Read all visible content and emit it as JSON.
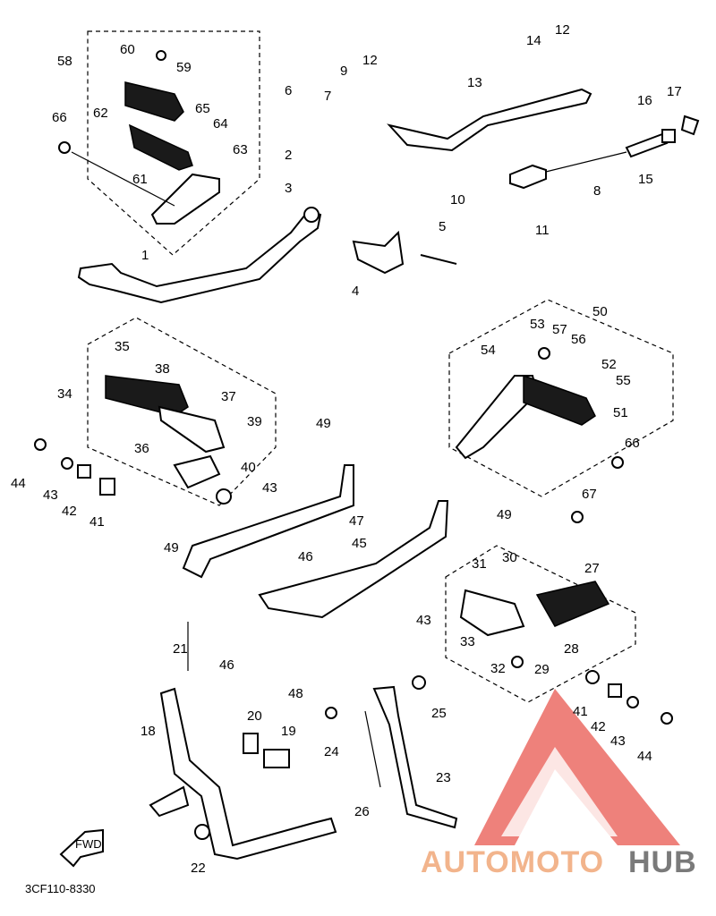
{
  "diagram_code": "3CF110-8330",
  "fwd_label": "FWD",
  "watermark": {
    "part1": "AUTOMOTO",
    "part2": "HUB",
    "color_logo": "#e8574f",
    "color_text1": "#f2b48c",
    "color_text2": "#7a7a7a"
  },
  "callouts": [
    "1",
    "2",
    "3",
    "4",
    "5",
    "6",
    "7",
    "8",
    "9",
    "10",
    "11",
    "12",
    "12",
    "13",
    "14",
    "15",
    "16",
    "17",
    "18",
    "19",
    "20",
    "21",
    "22",
    "23",
    "24",
    "25",
    "26",
    "27",
    "28",
    "29",
    "30",
    "31",
    "32",
    "33",
    "34",
    "35",
    "36",
    "37",
    "38",
    "39",
    "40",
    "41",
    "41",
    "42",
    "42",
    "43",
    "43",
    "43",
    "43",
    "44",
    "44",
    "45",
    "46",
    "46",
    "47",
    "48",
    "49",
    "49",
    "49",
    "50",
    "51",
    "52",
    "53",
    "54",
    "55",
    "56",
    "57",
    "58",
    "59",
    "60",
    "61",
    "62",
    "63",
    "64",
    "65",
    "66",
    "66",
    "67"
  ]
}
